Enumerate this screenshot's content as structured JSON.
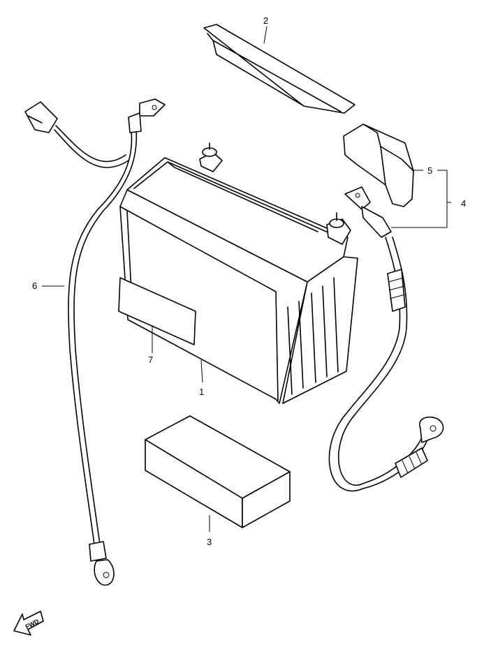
{
  "callouts": [
    "1",
    "2",
    "3",
    "4",
    "5",
    "6",
    "7"
  ],
  "fwd_label": "FWD",
  "icons": {
    "fwd": "fwd-arrow-icon"
  }
}
